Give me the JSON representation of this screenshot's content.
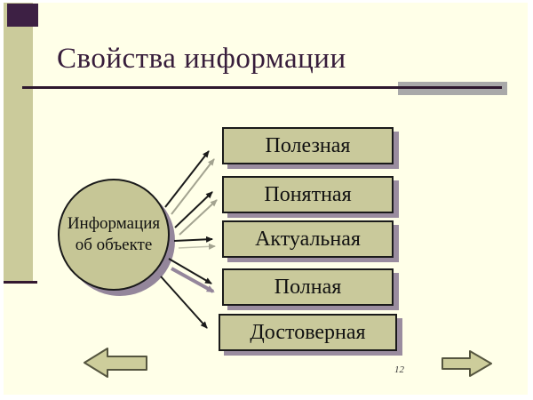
{
  "slide": {
    "title": "Свойства информации",
    "page_number": "12"
  },
  "diagram": {
    "source": {
      "line1": "Информация",
      "line2": "об объекте"
    },
    "properties": [
      {
        "label": "Полезная"
      },
      {
        "label": "Понятная"
      },
      {
        "label": "Актуальная"
      },
      {
        "label": "Полная"
      },
      {
        "label": "Достоверная"
      }
    ]
  },
  "icons": {
    "prev": "left-block-arrow",
    "next": "right-block-arrow"
  },
  "colors": {
    "background_cream": "#FFFFE8",
    "band_olive": "#CBCB9B",
    "box_fill": "#C9C99B",
    "accent_maroon": "#3D2044",
    "rule_maroon": "#2E182E",
    "gray_accent": "#A9A9A9",
    "shadow_mauve": "#94869B",
    "arrow_black": "#1A1A1A",
    "arrow_gray": "#A3A390"
  }
}
